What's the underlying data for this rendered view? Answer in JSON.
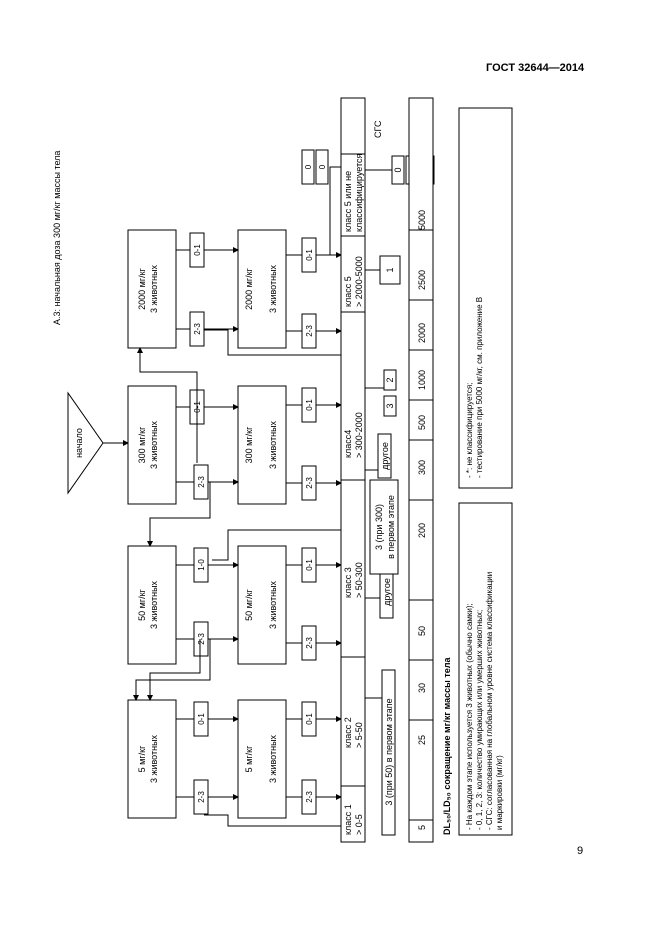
{
  "header": {
    "standard": "ГОСТ 32644—2014"
  },
  "page_number": "9",
  "section_title": "А.3: начальная доза 300 мг/кг массы тела",
  "start_label": "начало",
  "dose_boxes": {
    "d2000_top": [
      "2000 мг/кг",
      "3 животных"
    ],
    "d2000_mid": [
      "2000 мг/кг",
      "3 животных"
    ],
    "d300_top": [
      "300 мг/кг",
      "3 животных"
    ],
    "d300_mid": [
      "300 мг/кг",
      "3 животных"
    ],
    "d50_top": [
      "50 мг/кг",
      "3 животных"
    ],
    "d50_mid": [
      "50 мг/кг",
      "3 животных"
    ],
    "d5_top": [
      "5 мг/кг",
      "3 животных"
    ],
    "d5_mid": [
      "5 мг/кг",
      "3 животных"
    ]
  },
  "outcome_labels": {
    "c2000_a": "0-1",
    "c2000_b": "2-3",
    "c2000_c": "0-1",
    "c2000_d": "2-3",
    "c300_a": "0-1",
    "c300_b": "2-3",
    "c300_c": "0-1",
    "c300_d": "2-3",
    "c50_a": "1-0",
    "c50_b": "2-3",
    "c50_c": "0-1",
    "c50_d": "2-3",
    "c5_a": "0-1",
    "c5_b": "2-3",
    "c5_c": "0-1",
    "c5_d": "2-3",
    "zero_a": "0",
    "zero_b": "0"
  },
  "classes": [
    [
      "класс 1",
      "> 0-5"
    ],
    [
      "класс 2",
      "> 5-50"
    ],
    [
      "класс 3",
      "> 50-300"
    ],
    [
      "класс4",
      "> 300-2000"
    ],
    [
      "класс 5",
      "> 2000-5000"
    ],
    [
      "класс 5 или не",
      "классифицируется"
    ]
  ],
  "ghs_label": "СГС",
  "scale_values": [
    "5",
    "25",
    "30",
    "50",
    "200",
    "300",
    "500",
    "1000",
    "2000",
    "2500",
    "5000"
  ],
  "result_boxes": {
    "r_3at50": "3 (при 50) в первом этапе",
    "r_other_50": "другое",
    "r_3at300_a": "3 (при 300)",
    "r_3at300_b": "в первом этапе",
    "r_other_300": "другое",
    "r_3": "3",
    "r_2": "2",
    "r_1": "1",
    "r_0": "0",
    "r_star": "*"
  },
  "axis_title": "DL₅₀/LD₅₀ сокращение мг/кг массы тела",
  "legend_left": [
    "- На каждом этапе используется 3 животных (обычно самки);",
    "- 0, 1, 2, 3: количество умирающих или умерших животных;",
    "- СГС: согласованная на глобальном уровне система классификации",
    "  и маркировки (мг/кг)"
  ],
  "legend_right": [
    "- *: не классифицируется;",
    "- тестирование при 5000 мг/кг, см. приложение В"
  ]
}
